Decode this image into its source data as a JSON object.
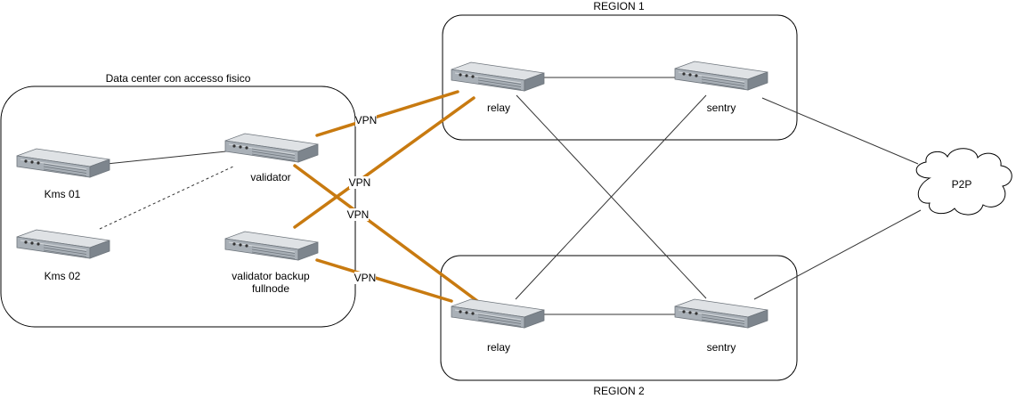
{
  "groups": {
    "datacenter": "Data center con accesso fisico",
    "region1": "REGION 1",
    "region2": "REGION 2"
  },
  "nodes": {
    "kms01": "Kms 01",
    "kms02": "Kms 02",
    "validator": "validator",
    "validator_backup_line1": "validator backup",
    "validator_backup_line2": "fullnode",
    "relay1": "relay",
    "sentry1": "sentry",
    "relay2": "relay",
    "sentry2": "sentry",
    "p2p": "P2P"
  },
  "vpn": {
    "label1": "VPN",
    "label2": "VPN",
    "label3": "VPN",
    "label4": "VPN"
  },
  "colors": {
    "vpn_link": "#c87a10",
    "link": "#333333",
    "border": "#000000",
    "server_body": "#8d949c",
    "server_top": "#d9dde1",
    "server_front": "#b8bec4"
  },
  "icons": {
    "server": "rack-server-icon",
    "cloud": "cloud-icon"
  }
}
